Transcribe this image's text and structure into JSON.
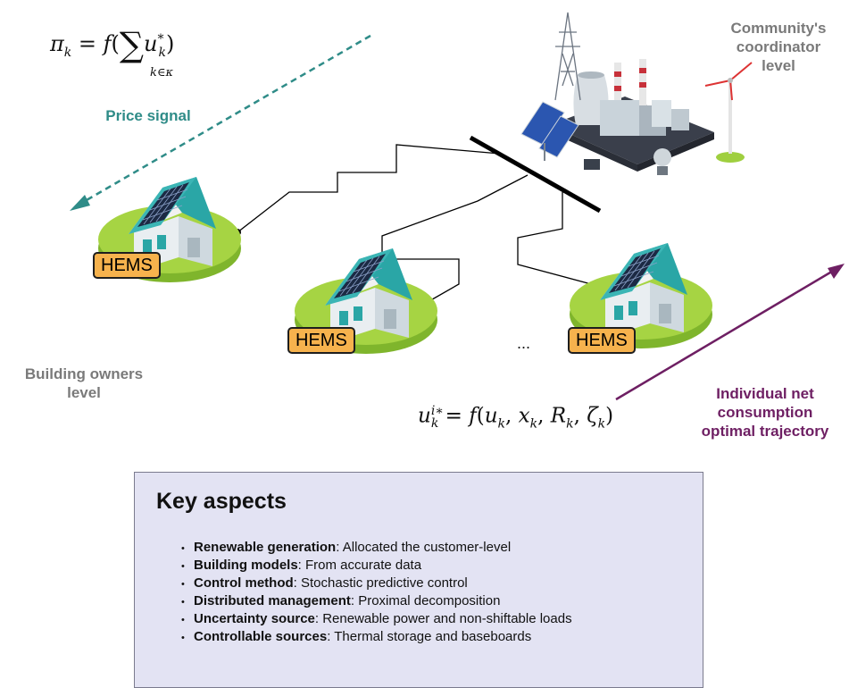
{
  "labels": {
    "coordinator_line1": "Community's",
    "coordinator_line2": "coordinator",
    "coordinator_line3": "level",
    "owners_line1": "Building owners",
    "owners_line2": "level",
    "price_signal": "Price signal",
    "trajectory_line1": "Individual  net",
    "trajectory_line2": "consumption",
    "trajectory_line3": "optimal trajectory",
    "ellipsis": "..."
  },
  "formulas": {
    "price": "π_k = f( Σ_{k∈κ} u*_k )",
    "trajectory": "u^{i*}_k = f(u_k, x_k, R_k, ζ_k)"
  },
  "hems": {
    "label": "HEMS"
  },
  "key_aspects": {
    "title": "Key aspects",
    "items": [
      {
        "bold": "Renewable generation",
        "text": ": Allocated the customer-level"
      },
      {
        "bold": "Building models",
        "text": ": From accurate data"
      },
      {
        "bold": "Control method",
        "text": ": Stochastic predictive control"
      },
      {
        "bold": "Distributed management",
        "text": ": Proximal decomposition"
      },
      {
        "bold": "Uncertainty source",
        "text": ": Renewable power and non-shiftable loads"
      },
      {
        "bold": "Controllable sources",
        "text": ": Thermal storage and baseboards"
      }
    ]
  },
  "colors": {
    "teal": "#2f8c88",
    "purple": "#6e1f63",
    "hems_fill": "#f6b24d",
    "grass": "#9fcf3f",
    "roof": "#2aa6a6",
    "box_fill": "#e3e3f3"
  },
  "icons": [
    "house-icon",
    "power-plant-icon",
    "solar-panel-icon",
    "wind-turbine-icon",
    "transmission-tower-icon"
  ]
}
